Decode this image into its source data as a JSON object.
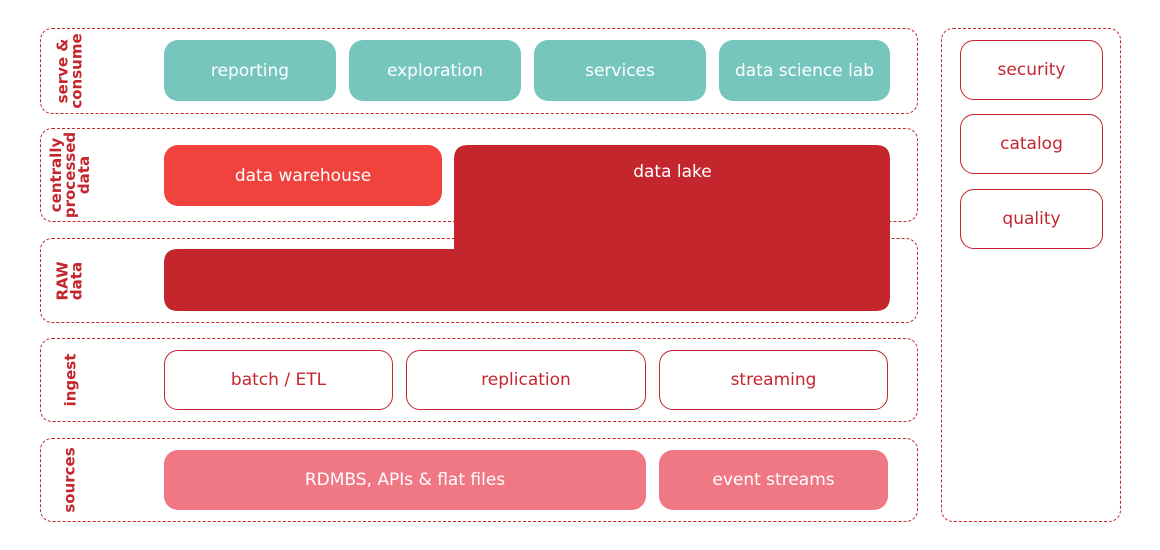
{
  "layers": [
    {
      "id": "serve",
      "label": "serve &\nconsume"
    },
    {
      "id": "central",
      "label": "centrally\nprocessed\ndata"
    },
    {
      "id": "raw",
      "label": "RAW\ndata"
    },
    {
      "id": "ingest",
      "label": "ingest"
    },
    {
      "id": "sources",
      "label": "sources"
    }
  ],
  "serve": [
    "reporting",
    "exploration",
    "services",
    "data science lab"
  ],
  "central": {
    "warehouse": "data warehouse",
    "lake": "data lake"
  },
  "ingest": [
    "batch / ETL",
    "replication",
    "streaming"
  ],
  "sources": [
    "RDMBS, APIs & flat files",
    "event streams"
  ],
  "governance": [
    "security",
    "catalog",
    "quality"
  ],
  "colors": {
    "accent": "#c4262e",
    "teal": "#76c6be",
    "warehouse": "#f0433d",
    "lake": "#c4262e",
    "sources": "#f07784"
  }
}
